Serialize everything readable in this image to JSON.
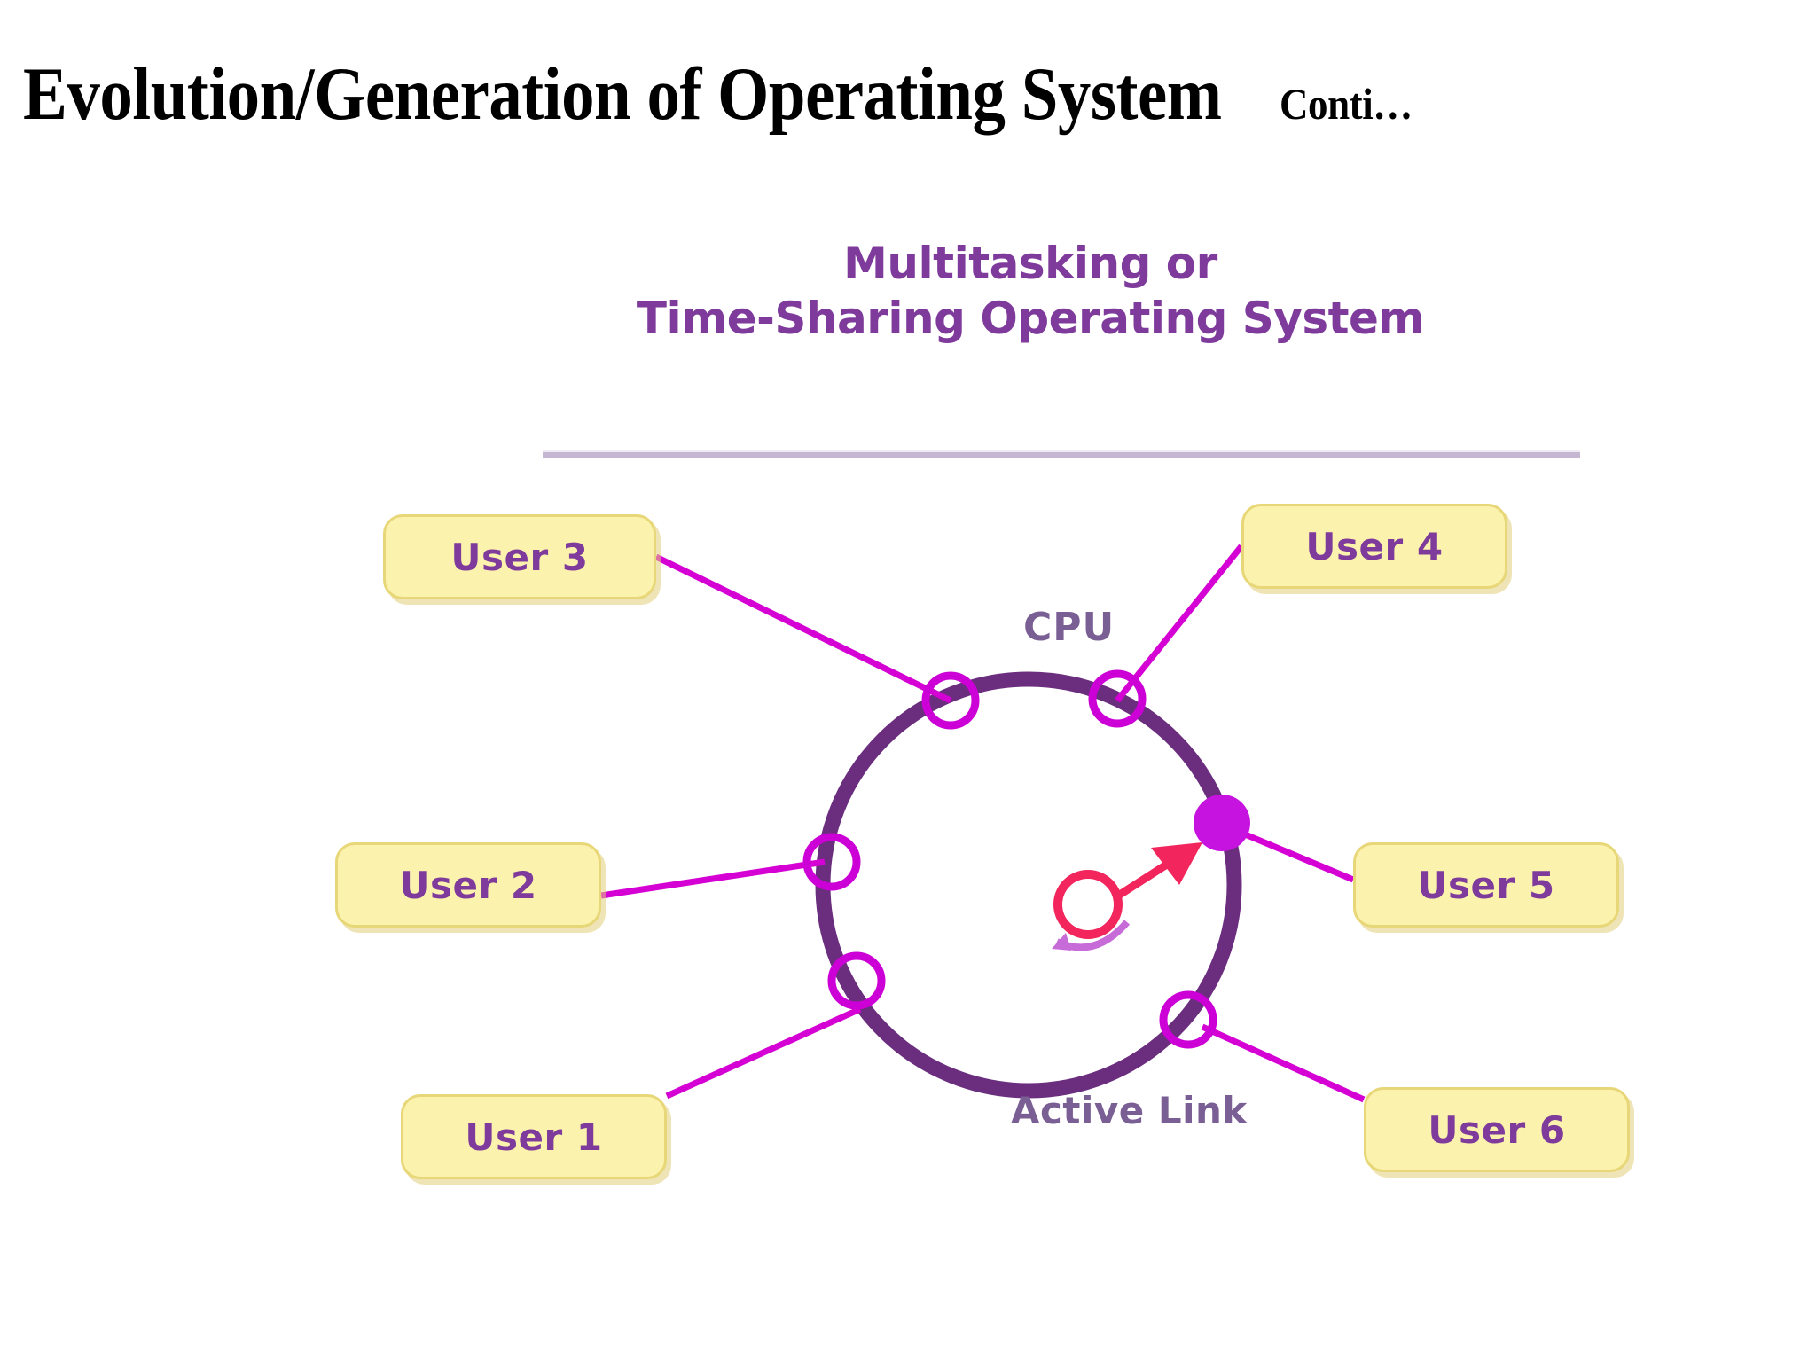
{
  "slide": {
    "title_main": "Evolution/Generation of  Operating System",
    "title_cont": "Conti…",
    "background": "#ffffff"
  },
  "diagram": {
    "heading_line_1": "Multitasking or",
    "heading_line_2": "Time-Sharing Operating System",
    "heading_color": "#7E3B9B",
    "rule_color": "#c5b7d2",
    "cpu_label": "CPU",
    "active_link_label": "Active Link",
    "label_color": "#7A5F94",
    "ring_color": "#6B2D7E",
    "node_color": "#CC00D6",
    "link_color": "#D400D4",
    "active_node_fill": "#C713E0",
    "cpu_circle_color": "#F2255C",
    "cpu_arrow_color": "#F2255C",
    "cpu_swoosh_color": "#C76BD9",
    "box_fill": "#fbf3ad",
    "box_border": "#e8d778",
    "box_text_color": "#7E3B9B",
    "users": [
      {
        "label": "User 3",
        "position": "top-left"
      },
      {
        "label": "User 4",
        "position": "top-right"
      },
      {
        "label": "User 2",
        "position": "middle-left"
      },
      {
        "label": "User 5",
        "position": "middle-right"
      },
      {
        "label": "User 1",
        "position": "bottom-left"
      },
      {
        "label": "User 6",
        "position": "bottom-right"
      }
    ]
  }
}
